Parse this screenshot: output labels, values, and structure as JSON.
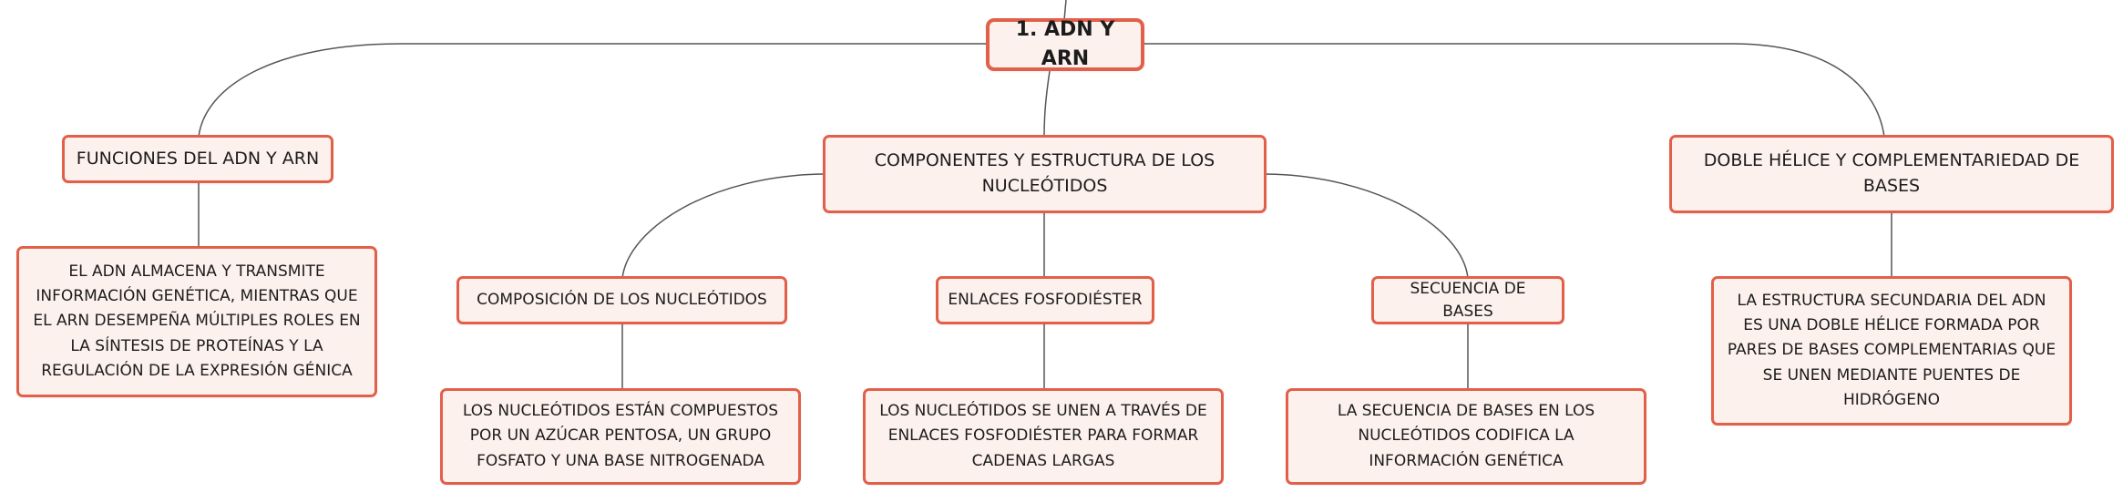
{
  "colors": {
    "accent": "#e2604a",
    "node_fill": "#fdf1ed",
    "line": "#555555"
  },
  "root": {
    "label": "1. ADN Y ARN"
  },
  "branches": [
    {
      "label": "FUNCIONES DEL ADN Y ARN",
      "detail": "EL ADN ALMACENA Y TRANSMITE INFORMACIÓN GENÉTICA, MIENTRAS QUE EL ARN DESEMPEÑA MÚLTIPLES ROLES EN LA SÍNTESIS DE PROTEÍNAS Y LA REGULACIÓN DE LA EXPRESIÓN GÉNICA"
    },
    {
      "label": "COMPONENTES Y ESTRUCTURA DE LOS NUCLEÓTIDOS",
      "children": [
        {
          "label": "COMPOSICIÓN DE LOS NUCLEÓTIDOS",
          "detail": "LOS NUCLEÓTIDOS ESTÁN COMPUESTOS POR UN AZÚCAR PENTOSA, UN GRUPO FOSFATO Y UNA BASE NITROGENADA"
        },
        {
          "label": "ENLACES FOSFODIÉSTER",
          "detail": "LOS NUCLEÓTIDOS SE UNEN A TRAVÉS DE ENLACES FOSFODIÉSTER PARA FORMAR CADENAS LARGAS"
        },
        {
          "label": "SECUENCIA DE BASES",
          "detail": "LA SECUENCIA DE BASES EN LOS NUCLEÓTIDOS CODIFICA LA INFORMACIÓN GENÉTICA"
        }
      ]
    },
    {
      "label": "DOBLE HÉLICE Y COMPLEMENTARIEDAD DE BASES",
      "detail": "LA ESTRUCTURA SECUNDARIA DEL ADN ES UNA DOBLE HÉLICE FORMADA POR PARES DE BASES COMPLEMENTARIAS QUE SE UNEN MEDIANTE PUENTES DE HIDRÓGENO"
    }
  ]
}
